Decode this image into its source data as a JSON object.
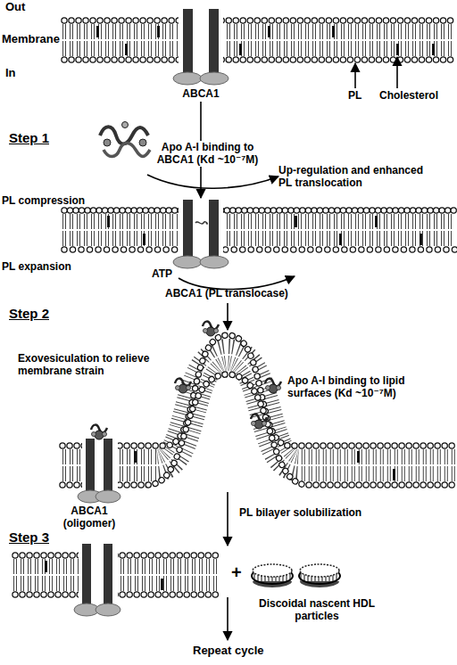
{
  "diagram": {
    "labels": [
      "Out",
      "Membrane",
      "In",
      "ABCA1",
      "PL",
      "Cholesterol",
      "Step 1",
      "Apo A-I binding to ABCA1 (Kd ~10⁻⁷M)",
      "Up-regulation and enhanced PL translocation",
      "PL compression",
      "PL expansion",
      "ATP",
      "ABCA1 (PL translocase)",
      "Step 2",
      "Exovesiculation to relieve membrane strain",
      "Apo A-I binding to lipid surfaces (Kd ~10⁻⁷M)",
      "ABCA1 (oligomer)",
      "PL bilayer solubilization",
      "Step 3",
      "+",
      "Discoidal nascent HDL particles",
      "Repeat cycle"
    ]
  }
}
